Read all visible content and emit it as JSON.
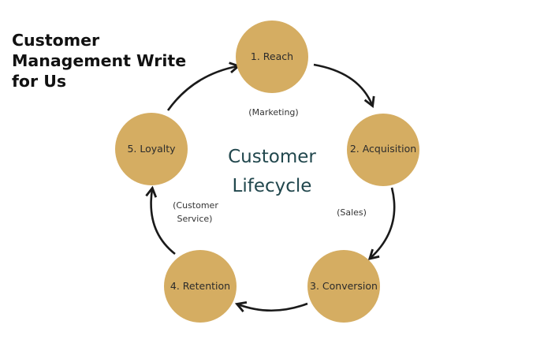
{
  "title": {
    "line1": "Customer",
    "line2": "Management Write",
    "line3": "for Us"
  },
  "diagram": {
    "center": {
      "line1": "Customer",
      "line2": "Lifecycle"
    },
    "stages": [
      {
        "label": "1. Reach"
      },
      {
        "label": "2. Acquisition"
      },
      {
        "label": "3. Conversion"
      },
      {
        "label": "4. Retention"
      },
      {
        "label": "5. Loyalty"
      }
    ],
    "notes": {
      "marketing": "(Marketing)",
      "sales": "(Sales)",
      "service_line1": "(Customer",
      "service_line2": "Service)"
    }
  },
  "colors": {
    "stage_fill": "#d5ad62",
    "center_text": "#21474d",
    "arrow": "#1a1a1a"
  }
}
